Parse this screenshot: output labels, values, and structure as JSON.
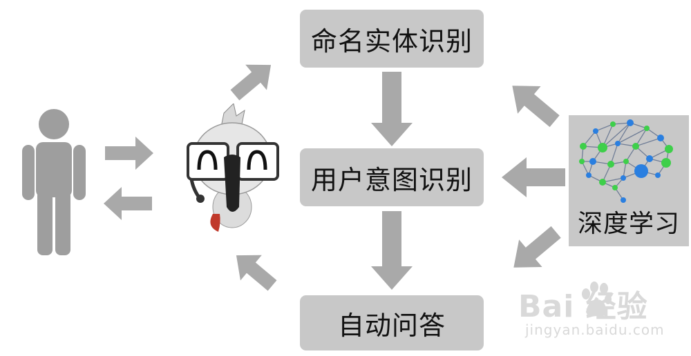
{
  "nodes": {
    "ner": "命名实体识别",
    "intent": "用户意图识别",
    "qa": "自动问答",
    "deep_learning": "深度学习"
  },
  "icons": {
    "person": "person-silhouette-icon",
    "robot": "robot-mascot-with-glasses-icon",
    "brain": "neural-network-brain-icon"
  },
  "watermark": {
    "brand": "Bai  经验",
    "sub": "jingyan.baidu.com"
  },
  "colors": {
    "box_fill": "#c8c8c8",
    "arrow": "#a9a9a9",
    "person": "#9e9e9e",
    "brain_nodes_green": "#3ecf4a",
    "brain_nodes_blue": "#2a7fe0"
  }
}
